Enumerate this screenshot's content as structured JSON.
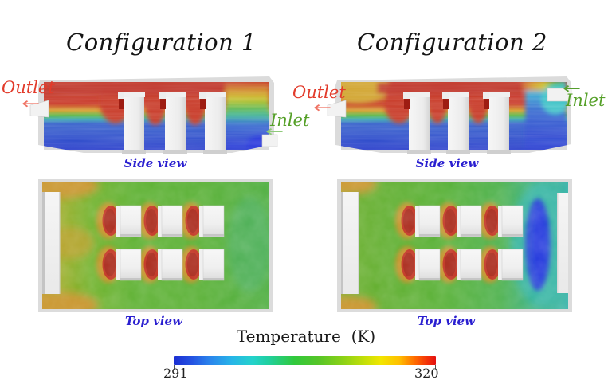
{
  "figure": {
    "configurations": [
      {
        "title": "Configuration 1",
        "side_view": {
          "caption": "Side view",
          "outlet": {
            "label": "Outlet",
            "arrow": "←",
            "position": "mid-left wall"
          },
          "inlet": {
            "label": "Inlet",
            "arrow": "←",
            "position": "bottom-right wall"
          }
        },
        "top_view": {
          "caption": "Top view"
        }
      },
      {
        "title": "Configuration 2",
        "side_view": {
          "caption": "Side view",
          "outlet": {
            "label": "Outlet",
            "arrow": "←",
            "position": "mid-left wall"
          },
          "inlet": {
            "label": "Inlet",
            "arrow": "←",
            "position": "top-right wall"
          }
        },
        "top_view": {
          "caption": "Top view"
        }
      }
    ],
    "colorbar": {
      "title": "Temperature  (K)",
      "min_label": "291",
      "max_label": "320"
    },
    "colors": {
      "figure_bg": "#ffffff",
      "title_text": "#141414",
      "outlet_label": "#e23b2b",
      "inlet_label": "#55a028",
      "view_caption": "#2a1fd0",
      "colorbar_min": "#1c2ed2",
      "colorbar_max": "#e31010"
    }
  },
  "chart_data": {
    "type": "heatmap",
    "title": "CFD temperature fields with surface streamlines for two room ventilation configurations",
    "colorbar": {
      "label": "Temperature (K)",
      "min": 291,
      "max": 320,
      "colormap": "rainbow-jet"
    },
    "panels": [
      {
        "config": "Configuration 1",
        "view": "Side view",
        "features": [
          "hot layer ~320 K along ceiling",
          "cool ~291-300 K air below desk height",
          "three desk rows with heat sources at desk tops",
          "outlet duct on mid-left wall",
          "inlet duct at bottom-right wall with coolest (~291 K) pocket beside it",
          "right section vertically stratified red-to-blue"
        ]
      },
      {
        "config": "Configuration 1",
        "view": "Top view",
        "features": [
          "mostly ~300-305 K green field",
          "six desks in 2 rows x 3 columns",
          "red ~318 K plumes on left side of each desk",
          "warm yellow ~310 K zone toward left outlet slot",
          "vertical outlet slot on left wall"
        ]
      },
      {
        "config": "Configuration 2",
        "view": "Side view",
        "features": [
          "hot layer along ceiling with warm pocket at top-left above outlet",
          "inlet duct at top-right wall, cool jet bending downward",
          "right section filled with ~291-297 K blue air",
          "outlet duct on mid-left wall",
          "three desk rows with heat sources at desk tops"
        ]
      },
      {
        "config": "Configuration 2",
        "view": "Top view",
        "features": [
          "green ~302 K core",
          "six desks in 2 rows x 3 columns with red plumes",
          "cool cyan-to-deep-blue ~291 K band along right wall at inlet slot",
          "outlet slot on left wall, inlet slot on right wall"
        ]
      }
    ]
  }
}
